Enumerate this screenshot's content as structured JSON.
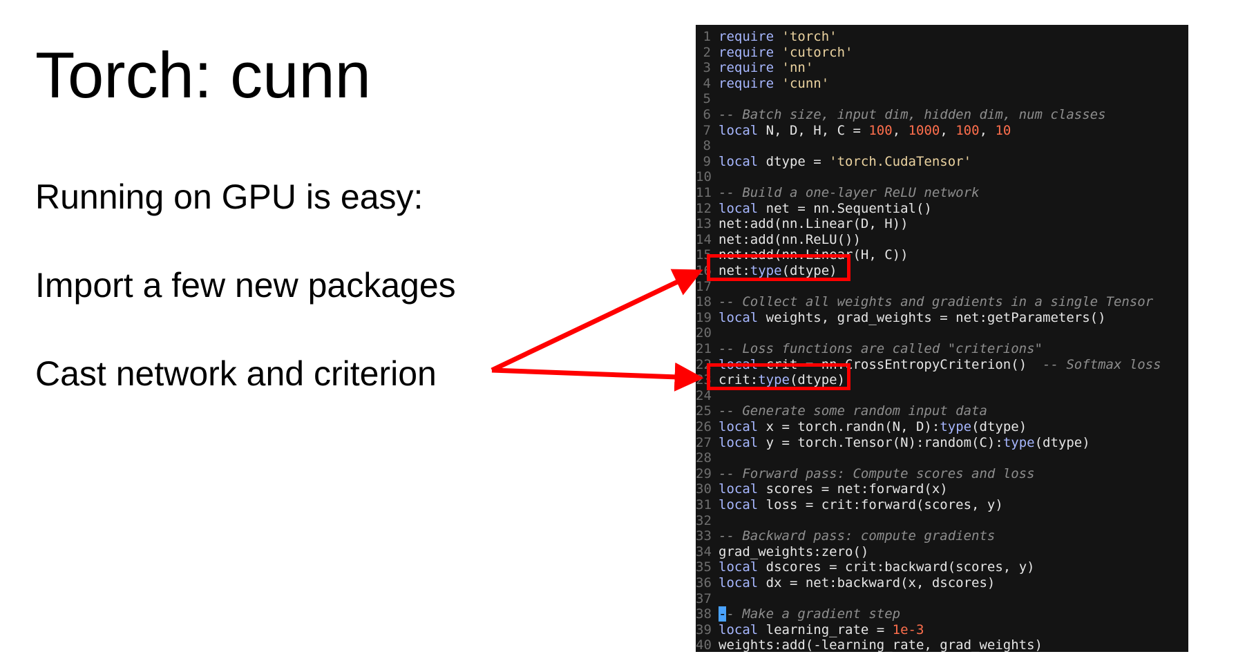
{
  "slide": {
    "title": "Torch: cunn",
    "bullets": [
      "Running on GPU is easy:",
      "Import a few new packages",
      "Cast network and criterion"
    ]
  },
  "code": {
    "lines": [
      {
        "n": "1",
        "tokens": [
          {
            "t": "require",
            "c": "kw"
          },
          {
            "t": " "
          },
          {
            "t": "'torch'",
            "c": "str"
          }
        ]
      },
      {
        "n": "2",
        "tokens": [
          {
            "t": "require",
            "c": "kw"
          },
          {
            "t": " "
          },
          {
            "t": "'cutorch'",
            "c": "str"
          }
        ]
      },
      {
        "n": "3",
        "tokens": [
          {
            "t": "require",
            "c": "kw"
          },
          {
            "t": " "
          },
          {
            "t": "'nn'",
            "c": "str"
          }
        ]
      },
      {
        "n": "4",
        "tokens": [
          {
            "t": "require",
            "c": "kw"
          },
          {
            "t": " "
          },
          {
            "t": "'cunn'",
            "c": "str"
          }
        ]
      },
      {
        "n": "5",
        "tokens": []
      },
      {
        "n": "6",
        "tokens": [
          {
            "t": "-- Batch size, input dim, hidden dim, num classes",
            "c": "cmt"
          }
        ]
      },
      {
        "n": "7",
        "tokens": [
          {
            "t": "local",
            "c": "kw"
          },
          {
            "t": " N, D, H, C = "
          },
          {
            "t": "100",
            "c": "num"
          },
          {
            "t": ", "
          },
          {
            "t": "1000",
            "c": "num"
          },
          {
            "t": ", "
          },
          {
            "t": "100",
            "c": "num"
          },
          {
            "t": ", "
          },
          {
            "t": "10",
            "c": "num"
          }
        ]
      },
      {
        "n": "8",
        "tokens": []
      },
      {
        "n": "9",
        "tokens": [
          {
            "t": "local",
            "c": "kw"
          },
          {
            "t": " dtype = "
          },
          {
            "t": "'torch.CudaTensor'",
            "c": "str"
          }
        ]
      },
      {
        "n": "10",
        "tokens": []
      },
      {
        "n": "11",
        "tokens": [
          {
            "t": "-- Build a one-layer ReLU network",
            "c": "cmt"
          }
        ]
      },
      {
        "n": "12",
        "tokens": [
          {
            "t": "local",
            "c": "kw"
          },
          {
            "t": " net = nn.Sequential()"
          }
        ]
      },
      {
        "n": "13",
        "tokens": [
          {
            "t": "net:add(nn.Linear(D, H))"
          }
        ]
      },
      {
        "n": "14",
        "tokens": [
          {
            "t": "net:add(nn.ReLU())"
          }
        ]
      },
      {
        "n": "15",
        "tokens": [
          {
            "t": "net:add(nn.Linear(H, C))"
          }
        ]
      },
      {
        "n": "16",
        "tokens": [
          {
            "t": "net:"
          },
          {
            "t": "type",
            "c": "kw"
          },
          {
            "t": "(dtype)"
          }
        ]
      },
      {
        "n": "17",
        "tokens": []
      },
      {
        "n": "18",
        "tokens": [
          {
            "t": "-- Collect all weights and gradients in a single Tensor",
            "c": "cmt"
          }
        ]
      },
      {
        "n": "19",
        "tokens": [
          {
            "t": "local",
            "c": "kw"
          },
          {
            "t": " weights, grad_weights = net:getParameters()"
          }
        ]
      },
      {
        "n": "20",
        "tokens": []
      },
      {
        "n": "21",
        "tokens": [
          {
            "t": "-- Loss functions are called \"criterions\"",
            "c": "cmt"
          }
        ]
      },
      {
        "n": "22",
        "tokens": [
          {
            "t": "local",
            "c": "kw"
          },
          {
            "t": " crit = nn.CrossEntropyCriterion()  "
          },
          {
            "t": "-- Softmax loss",
            "c": "cmt"
          }
        ]
      },
      {
        "n": "23",
        "tokens": [
          {
            "t": "crit:"
          },
          {
            "t": "type",
            "c": "kw"
          },
          {
            "t": "(dtype)"
          }
        ]
      },
      {
        "n": "24",
        "tokens": []
      },
      {
        "n": "25",
        "tokens": [
          {
            "t": "-- Generate some random input data",
            "c": "cmt"
          }
        ]
      },
      {
        "n": "26",
        "tokens": [
          {
            "t": "local",
            "c": "kw"
          },
          {
            "t": " x = torch.randn(N, D):"
          },
          {
            "t": "type",
            "c": "kw"
          },
          {
            "t": "(dtype)"
          }
        ]
      },
      {
        "n": "27",
        "tokens": [
          {
            "t": "local",
            "c": "kw"
          },
          {
            "t": " y = torch.Tensor(N):random(C):"
          },
          {
            "t": "type",
            "c": "kw"
          },
          {
            "t": "(dtype)"
          }
        ]
      },
      {
        "n": "28",
        "tokens": []
      },
      {
        "n": "29",
        "tokens": [
          {
            "t": "-- Forward pass: Compute scores and loss",
            "c": "cmt"
          }
        ]
      },
      {
        "n": "30",
        "tokens": [
          {
            "t": "local",
            "c": "kw"
          },
          {
            "t": " scores = net:forward(x)"
          }
        ]
      },
      {
        "n": "31",
        "tokens": [
          {
            "t": "local",
            "c": "kw"
          },
          {
            "t": " loss = crit:forward(scores, y)"
          }
        ]
      },
      {
        "n": "32",
        "tokens": []
      },
      {
        "n": "33",
        "tokens": [
          {
            "t": "-- Backward pass: compute gradients",
            "c": "cmt"
          }
        ]
      },
      {
        "n": "34",
        "tokens": [
          {
            "t": "grad_weights:zero()"
          }
        ]
      },
      {
        "n": "35",
        "tokens": [
          {
            "t": "local",
            "c": "kw"
          },
          {
            "t": " dscores = crit:backward(scores, y)"
          }
        ]
      },
      {
        "n": "36",
        "tokens": [
          {
            "t": "local",
            "c": "kw"
          },
          {
            "t": " dx = net:backward(x, dscores)"
          }
        ]
      },
      {
        "n": "37",
        "tokens": []
      },
      {
        "n": "38",
        "tokens": [
          {
            "t": "-",
            "c": "cursor"
          },
          {
            "t": "- Make a gradient step",
            "c": "cmt"
          }
        ]
      },
      {
        "n": "39",
        "tokens": [
          {
            "t": "local",
            "c": "kw"
          },
          {
            "t": " learning_rate = "
          },
          {
            "t": "1e-3",
            "c": "num"
          }
        ]
      },
      {
        "n": "40",
        "tokens": [
          {
            "t": "weights:add(-learning_rate, grad_weights)"
          }
        ]
      }
    ]
  },
  "annotation": {
    "color": "#ff0000",
    "highlighted_lines": [
      "16",
      "23"
    ]
  }
}
